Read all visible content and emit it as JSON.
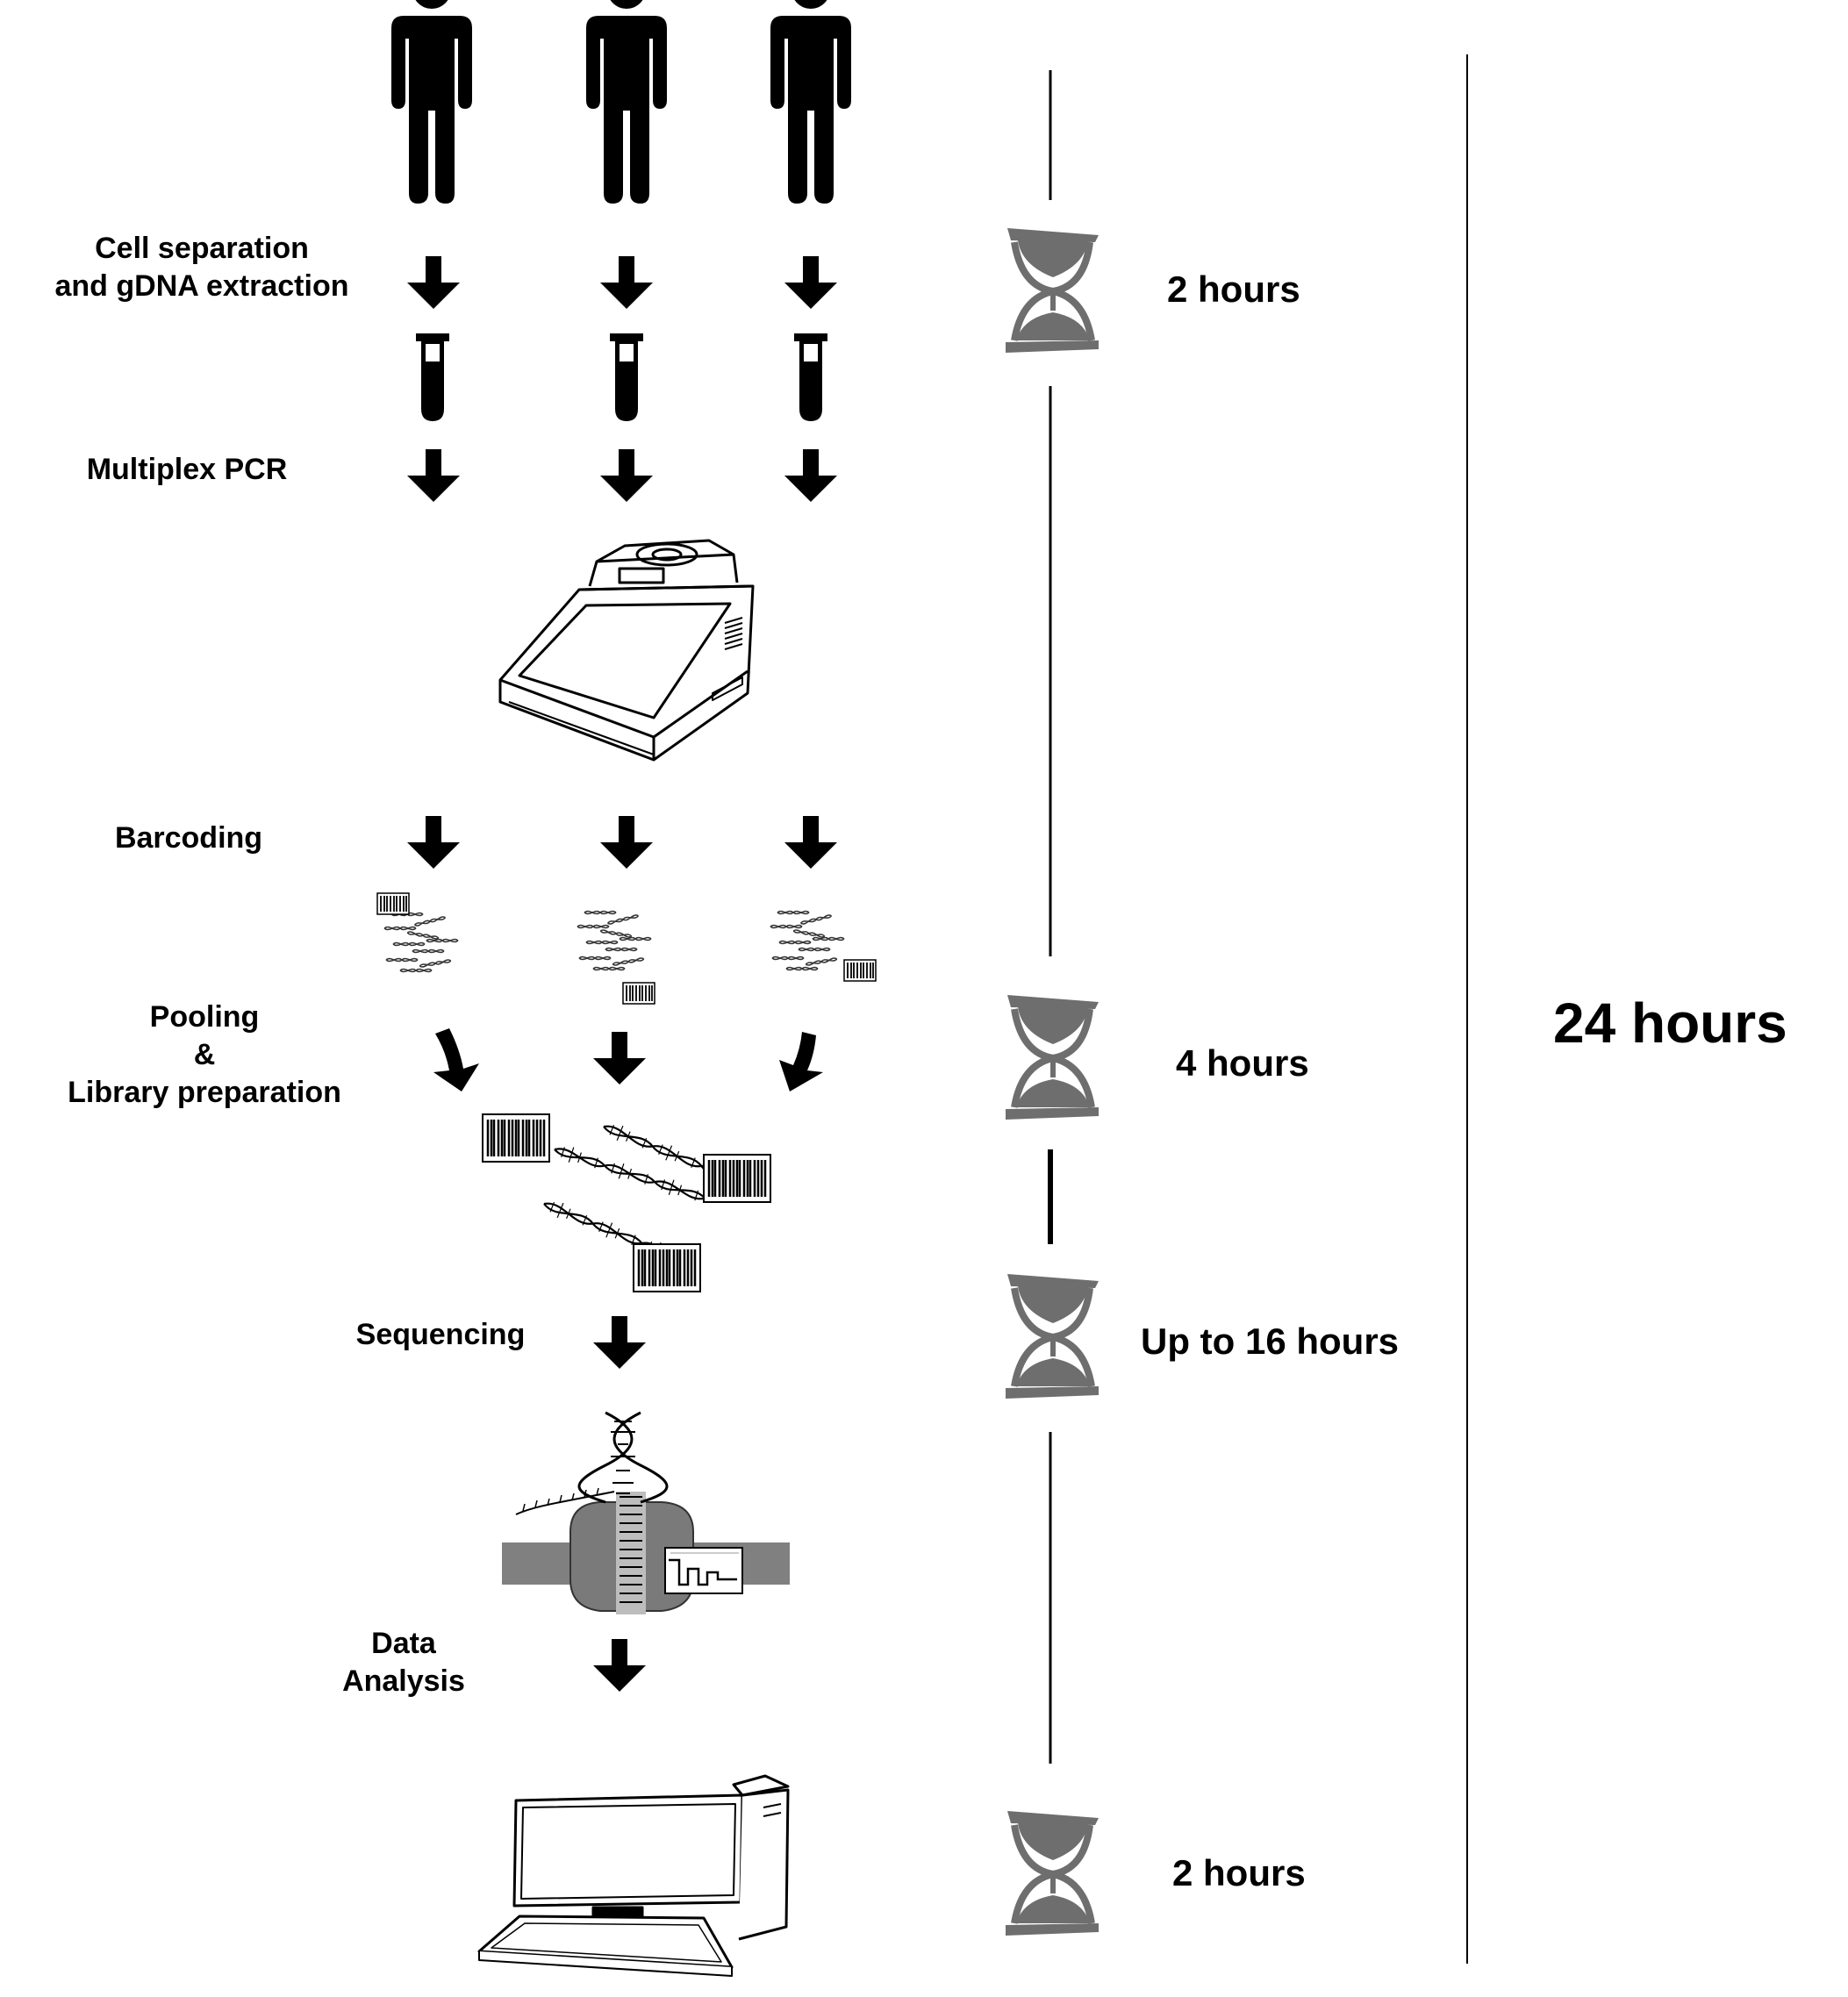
{
  "steps": {
    "cell_separation": [
      "Cell separation",
      "and gDNA extraction"
    ],
    "multiplex_pcr": [
      "Multiplex PCR"
    ],
    "barcoding": [
      "Barcoding"
    ],
    "pooling": [
      "Pooling",
      "&",
      "Library preparation"
    ],
    "sequencing": [
      "Sequencing"
    ],
    "data_analysis": [
      "Data",
      "Analysis"
    ]
  },
  "durations": {
    "extraction": "2 hours",
    "library": "4 hours",
    "sequencing": "Up to 16 hours",
    "analysis": "2 hours"
  },
  "total": "24 hours",
  "colors": {
    "ink": "#000000",
    "hourglass_sand": "#6e6e6e",
    "instrument_gray": "#808080",
    "timeline": "#000000"
  },
  "icons": [
    "person-icon",
    "down-arrow-icon",
    "test-tube-icon",
    "pcr-machine-icon",
    "dna-strand-icon",
    "barcode-icon",
    "nanopore-sequencer-icon",
    "computer-icon",
    "hourglass-icon"
  ]
}
